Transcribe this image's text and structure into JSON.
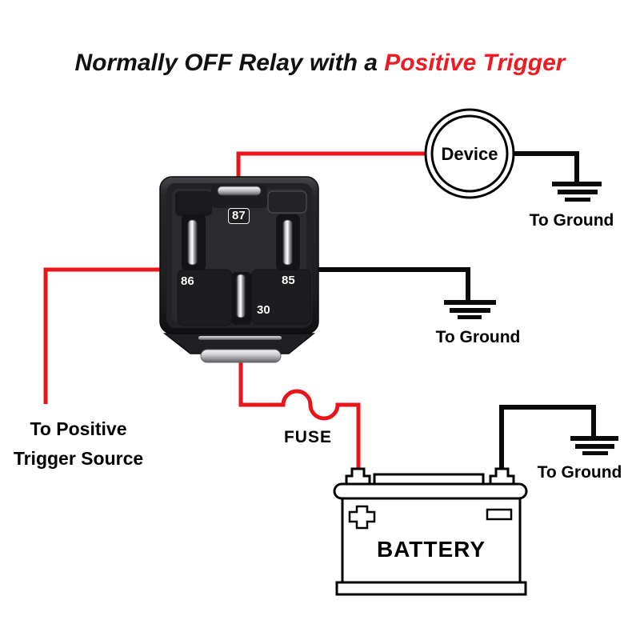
{
  "title": {
    "text_black": "Normally OFF Relay with a",
    "text_red": "Positive Trigger"
  },
  "colors": {
    "wire_red": "#e8151b",
    "wire_black": "#0a0a0a",
    "accent_red": "#ed1c24"
  },
  "relay": {
    "pin_87": "87",
    "pin_86": "86",
    "pin_85": "85",
    "pin_30": "30"
  },
  "device": {
    "label": "Device"
  },
  "fuse": {
    "label": "FUSE"
  },
  "battery": {
    "label": "BATTERY"
  },
  "grounds": {
    "device_ground": "To Ground",
    "relay_ground": "To Ground",
    "battery_ground": "To Ground"
  },
  "trigger_source": {
    "line1": "To Positive",
    "line2": "Trigger Source"
  }
}
